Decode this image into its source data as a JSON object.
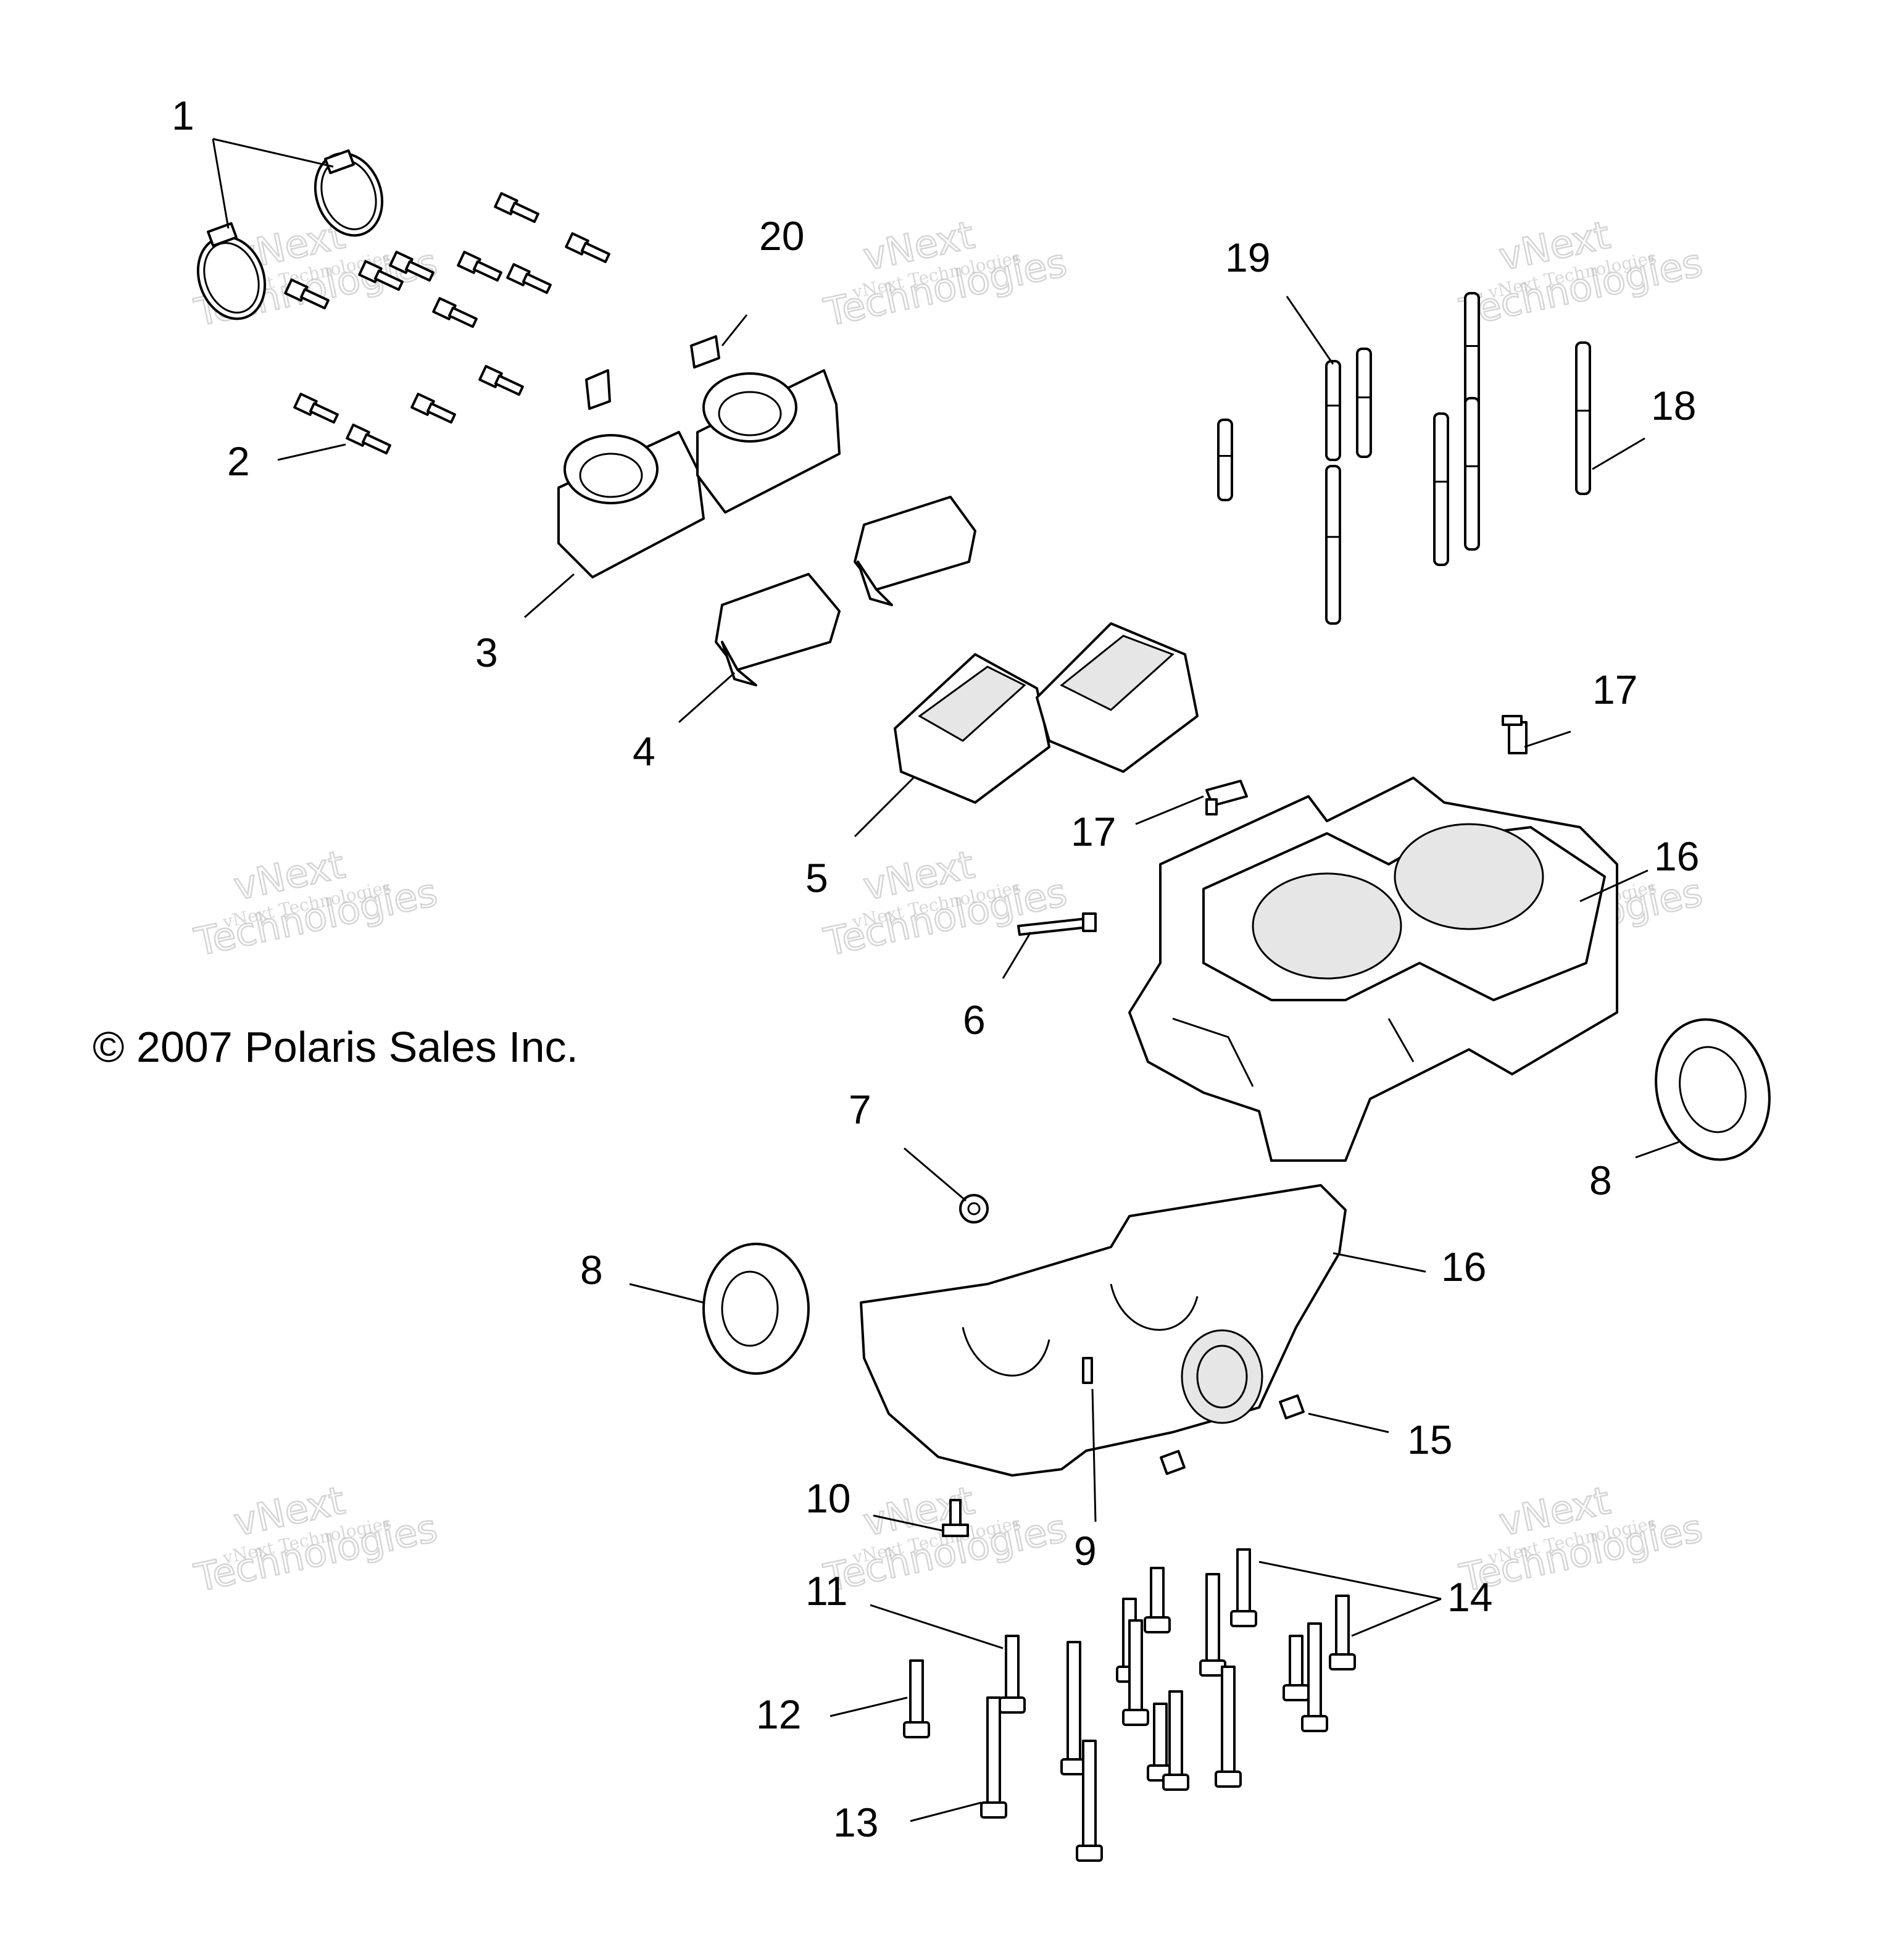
{
  "copyright": "© 2007 Polaris Sales Inc.",
  "watermark": {
    "small": "vNext Technologies",
    "large_line1": "vNext",
    "large_line2": "Technologies"
  },
  "callouts": {
    "c1": "1",
    "c2": "2",
    "c3": "3",
    "c4": "4",
    "c5": "5",
    "c6": "6",
    "c7": "7",
    "c8a": "8",
    "c8b": "8",
    "c9": "9",
    "c10": "10",
    "c11": "11",
    "c12": "12",
    "c13": "13",
    "c14": "14",
    "c15": "15",
    "c16a": "16",
    "c16b": "16",
    "c17a": "17",
    "c17b": "17",
    "c18": "18",
    "c19": "19",
    "c20": "20"
  }
}
